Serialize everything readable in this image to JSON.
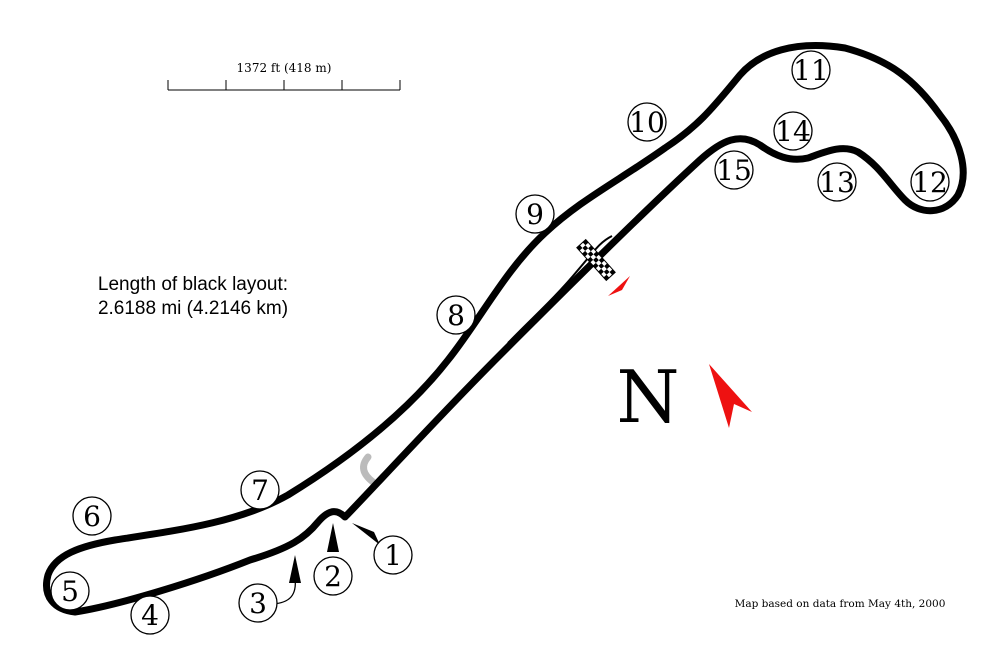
{
  "scale_bar": {
    "label": "1372 ft (418 m)"
  },
  "layout_length": {
    "label": "Length of black layout:",
    "value": "2.6188 mi (4.2146 km)"
  },
  "north": {
    "label": "N",
    "arrow_color": "#ee1111"
  },
  "footnote": "Map based on data from May 4th, 2000",
  "track_color": "#000000",
  "alternate_section_color": "#bbbbbb",
  "turns": [
    {
      "label": "1"
    },
    {
      "label": "2"
    },
    {
      "label": "3"
    },
    {
      "label": "4"
    },
    {
      "label": "5"
    },
    {
      "label": "6"
    },
    {
      "label": "7"
    },
    {
      "label": "8"
    },
    {
      "label": "9"
    },
    {
      "label": "10"
    },
    {
      "label": "11"
    },
    {
      "label": "12"
    },
    {
      "label": "13"
    },
    {
      "label": "14"
    },
    {
      "label": "15"
    }
  ]
}
